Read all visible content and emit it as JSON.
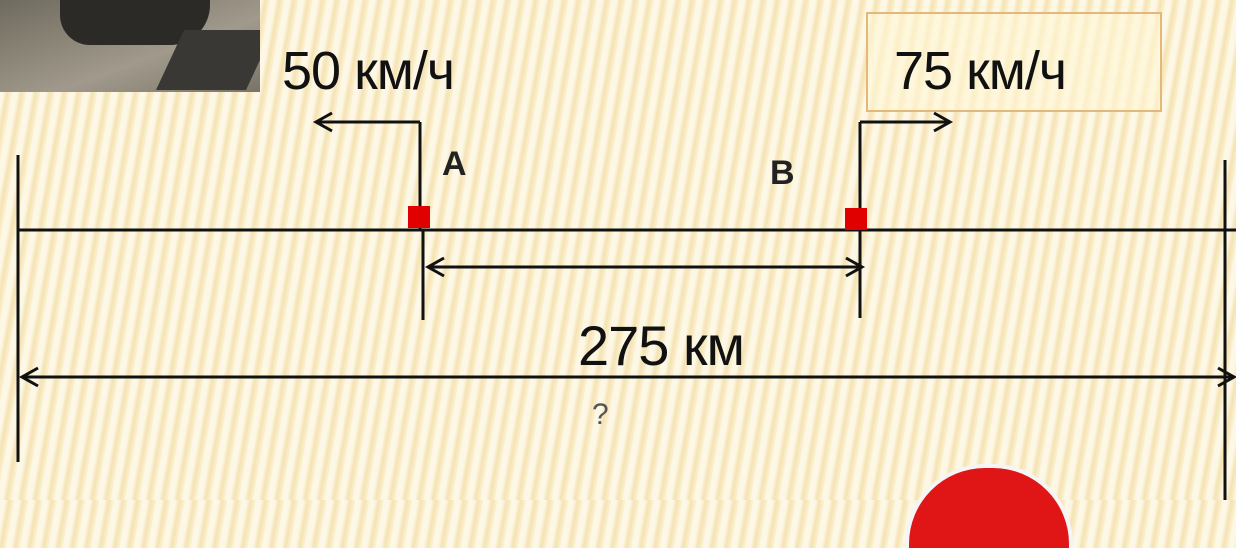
{
  "speeds": {
    "left": "50 км/ч",
    "right": "75 км/ч"
  },
  "points": {
    "a": "A",
    "b": "B"
  },
  "distance": "275 км",
  "unknown": "?",
  "colors": {
    "marker": "#e00000",
    "line": "#111111",
    "background": "#fbeec8"
  },
  "icons": {
    "photo": "car-photo",
    "bottom": "red-sign"
  }
}
